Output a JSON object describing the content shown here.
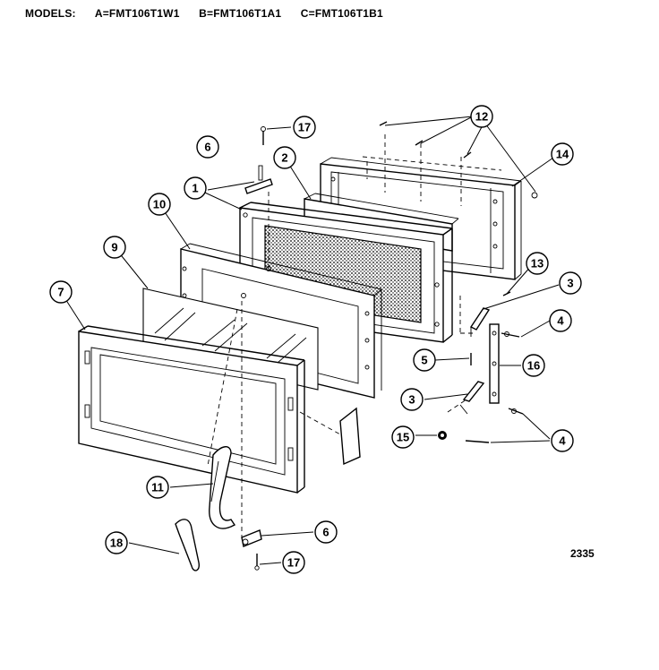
{
  "header": {
    "models_label": "MODELS:",
    "model_a": "A=FMT106T1W1",
    "model_b": "B=FMT106T1A1",
    "model_c": "C=FMT106T1B1"
  },
  "callouts": [
    {
      "id": "c1",
      "label": "1"
    },
    {
      "id": "c2",
      "label": "2"
    },
    {
      "id": "c3a",
      "label": "3"
    },
    {
      "id": "c3b",
      "label": "3"
    },
    {
      "id": "c4a",
      "label": "4"
    },
    {
      "id": "c4b",
      "label": "4"
    },
    {
      "id": "c5",
      "label": "5"
    },
    {
      "id": "c6a",
      "label": "6"
    },
    {
      "id": "c6b",
      "label": "6"
    },
    {
      "id": "c7",
      "label": "7"
    },
    {
      "id": "c9",
      "label": "9"
    },
    {
      "id": "c10",
      "label": "10"
    },
    {
      "id": "c11",
      "label": "11"
    },
    {
      "id": "c12",
      "label": "12"
    },
    {
      "id": "c13",
      "label": "13"
    },
    {
      "id": "c14",
      "label": "14"
    },
    {
      "id": "c15",
      "label": "15"
    },
    {
      "id": "c16",
      "label": "16"
    },
    {
      "id": "c17a",
      "label": "17"
    },
    {
      "id": "c17b",
      "label": "17"
    },
    {
      "id": "c18",
      "label": "18"
    }
  ],
  "drawing_code": "2335"
}
